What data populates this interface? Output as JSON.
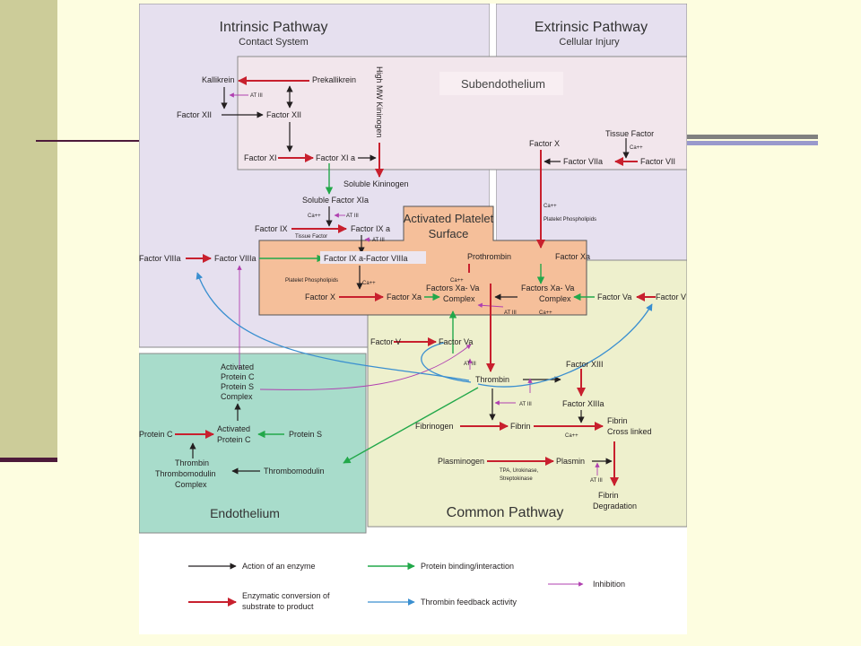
{
  "regions": {
    "intrinsic_title": "Intrinsic Pathway",
    "intrinsic_subtitle": "Contact System",
    "extrinsic_title": "Extrinsic Pathway",
    "extrinsic_subtitle": "Cellular Injury",
    "subendothelium": "Subendothelium",
    "platelet_title_1": "Activated Platelet",
    "platelet_title_2": "Surface",
    "endothelium": "Endothelium",
    "common": "Common Pathway"
  },
  "nodes": {
    "kallikrein": "Kallikrein",
    "prekallikrein": "Prekallikrein",
    "hmwk": "High MW Kininogen",
    "factor_xii_a": "Factor XII",
    "factor_xii_b": "Factor XII",
    "factor_xi": "Factor XI",
    "factor_xia": "Factor XI a",
    "soluble_kininogen": "Soluble Kininogen",
    "soluble_factor_xia": "Soluble Factor XIa",
    "factor_ix": "Factor IX",
    "factor_ixa": "Factor IX a",
    "factor_viiia_left": "Factor VIIIa",
    "factor_viiia": "Factor VIIIa",
    "ixa_viiia": "Factor IX a-Factor VIIIa",
    "factor_x_plat": "Factor X",
    "factor_xa_plat": "Factor Xa",
    "prothrombin": "Prothrombin",
    "factor_xa_ext": "Factor Xa",
    "xa_va_left_1": "Factors Xa- Va",
    "xa_va_left_2": "Complex",
    "xa_va_right_1": "Factors Xa- Va",
    "xa_va_right_2": "Complex",
    "factor_va_right": "Factor Va",
    "factor_v_right": "Factor V",
    "factor_x_ext": "Factor X",
    "tissue_factor": "Tissue Factor",
    "factor_viia": "Factor VIIa",
    "factor_vii": "Factor VII",
    "factor_v_left": "Factor V",
    "factor_va_left": "Factor Va",
    "thrombin": "Thrombin",
    "factor_xiii": "Factor XIII",
    "factor_xiiia": "Factor XIIIa",
    "fibrinogen": "Fibrinogen",
    "fibrin": "Fibrin",
    "fibrin_cl_1": "Fibrin",
    "fibrin_cl_2": "Cross linked",
    "plasminogen": "Plasminogen",
    "plasmin": "Plasmin",
    "fibrin_deg_1": "Fibrin",
    "fibrin_deg_2": "Degradation",
    "apc_1": "Activated",
    "apc_2": "Protein C",
    "apc_3": "Protein S",
    "apc_4": "Complex",
    "protein_c": "Protein C",
    "act_protein_c_1": "Activated",
    "act_protein_c_2": "Protein C",
    "protein_s": "Protein S",
    "ttc_1": "Thrombin",
    "ttc_2": "Thrombomodulin",
    "ttc_3": "Complex",
    "thrombomodulin": "Thrombomodulin"
  },
  "annotations": {
    "at3_1": "AT III",
    "at3_2": "AT III",
    "at3_3": "AT III",
    "at3_4": "AT III",
    "at3_5": "AT III",
    "at3_6": "AT III",
    "at3_7": "AT III",
    "ca_1": "Ca++",
    "ca_2": "Ca++",
    "ca_3": "Ca++",
    "ca_4": "Ca++",
    "ca_5": "Ca++",
    "ca_6": "Ca++",
    "tissue_factor_small": "Tissue Factor",
    "platelet_phospholipids_1": "Platelet Phospholipids",
    "platelet_phospholipids_2": "Platelet Phospholipids",
    "tpa_1": "TPA, Urokinase,",
    "tpa_2": "Streptokinase"
  },
  "legend": {
    "enzyme": "Action of an enzyme",
    "binding": "Protein binding/interaction",
    "inhibition": "Inhibition",
    "conversion_1": "Enzymatic conversion of",
    "conversion_2": "substrate to product",
    "feedback": "Thrombin feedback activity"
  },
  "colors": {
    "enzyme_arrow": "#231f20",
    "conversion_arrow": "#c8202e",
    "binding_arrow": "#22a84a",
    "inhibition_arrow": "#b040b0",
    "feedback_arrow": "#3a8fd0",
    "intrinsic_bg": "#e6e0ef",
    "subendothelium_bg": "#f2e6ec",
    "platelet_bg": "#f5bf9a",
    "endothelium_bg": "#a8dccb",
    "common_bg": "#eef0cd",
    "slide_bg": "#fdfde0",
    "slide_bar": "#cccc99"
  }
}
